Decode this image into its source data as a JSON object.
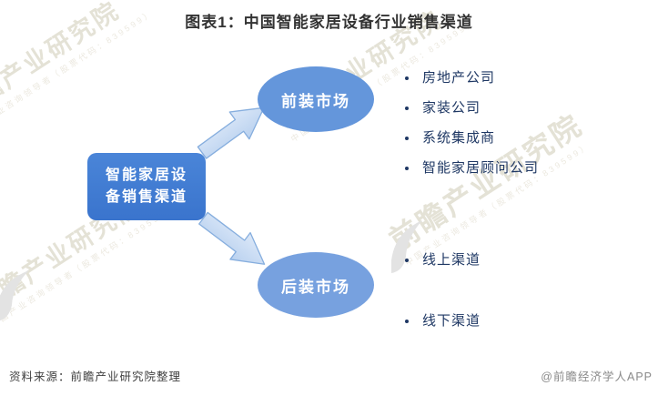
{
  "title": "图表1：中国智能家居设备行业销售渠道",
  "root": {
    "label": "智能家居设备销售渠道"
  },
  "branches": [
    {
      "label": "前装市场",
      "items": [
        "房地产公司",
        "家装公司",
        "系统集成商",
        "智能家居顾问公司"
      ]
    },
    {
      "label": "后装市场",
      "items": [
        "线上渠道",
        "线下渠道"
      ]
    }
  ],
  "footer": {
    "source": "资料来源：前瞻产业研究院整理",
    "credit": "@前瞻经济学人APP"
  },
  "watermark": {
    "big_text": "前瞻产业研究院",
    "small_text": "中国产业咨询领导者（股票代码：839599）"
  },
  "colors": {
    "root_fill": "#3e7ad0",
    "ellipse_top_fill": "#6496db",
    "ellipse_bottom_fill": "#77a1df",
    "arrow_fill": "#c6d9f2",
    "arrow_stroke": "#86aede",
    "bullet_text": "#1f3864",
    "title_text": "#333333",
    "credit_text": "#8a8a8a"
  }
}
